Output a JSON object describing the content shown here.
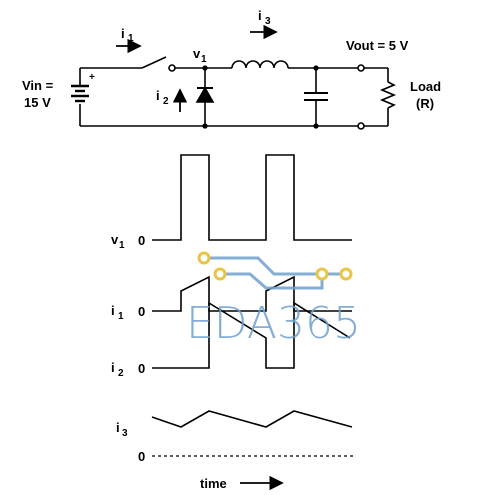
{
  "circuit": {
    "vin_line1": "Vin =",
    "vin_line2": "15 V",
    "i1": "i",
    "i1_sub": "1",
    "i2": "i",
    "i2_sub": "2",
    "i3": "i",
    "i3_sub": "3",
    "v1": "v",
    "v1_sub": "1",
    "vout": "Vout  = 5 V",
    "load_line1": "Load",
    "load_line2": "(R)",
    "plus": "+"
  },
  "waveforms": {
    "v1_label": "v",
    "v1_sub": "1",
    "v1_zero": "0",
    "i1_label": "i",
    "i1_sub": "1",
    "i1_zero": "0",
    "i2_label": "i",
    "i2_sub": "2",
    "i2_zero": "0",
    "i3_label": "i",
    "i3_sub": "3",
    "i3_zero": "0",
    "time_label": "time"
  },
  "watermark": {
    "text": "EDA365",
    "color": "#6fa0cf",
    "dot_color": "#e8c44a"
  }
}
